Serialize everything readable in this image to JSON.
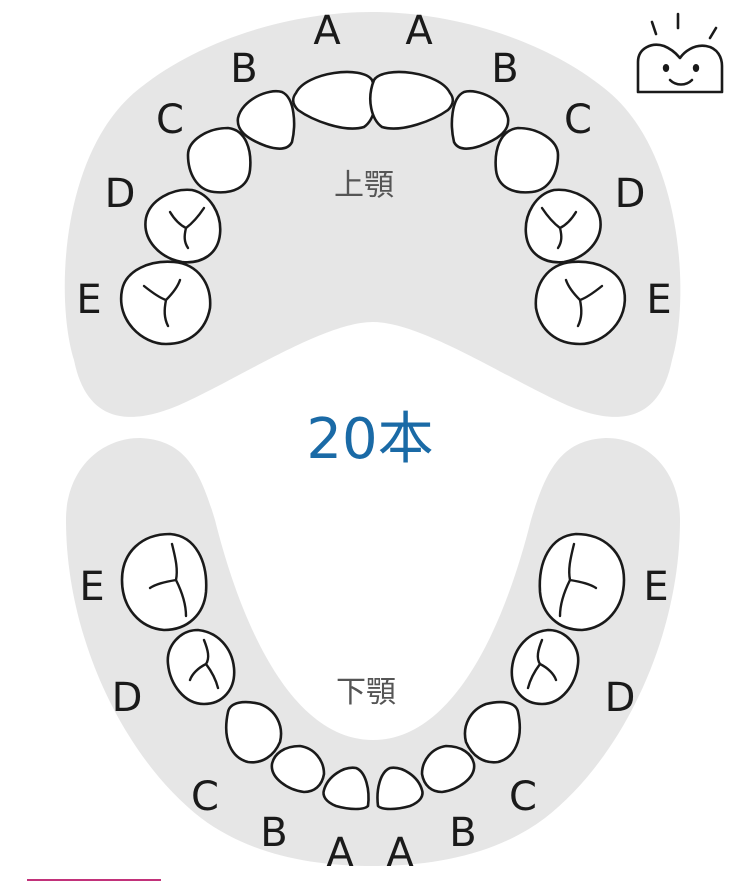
{
  "upper_jaw": {
    "label": "上顎",
    "left_letters": [
      "A",
      "B",
      "C",
      "D",
      "E"
    ],
    "right_letters": [
      "A",
      "B",
      "C",
      "D",
      "E"
    ]
  },
  "lower_jaw": {
    "label": "下顎",
    "left_letters": [
      "A",
      "B",
      "C",
      "D",
      "E"
    ],
    "right_letters": [
      "A",
      "B",
      "C",
      "D",
      "E"
    ]
  },
  "tooth_count_label": "20本",
  "mascot": {
    "icon": "smiling-tooth-icon"
  },
  "colors": {
    "gum": "#e6e6e6",
    "outline": "#1a1a1a",
    "jaw_label": "#555555",
    "count_label": "#1a6aa6",
    "underline": "#c2327a"
  }
}
